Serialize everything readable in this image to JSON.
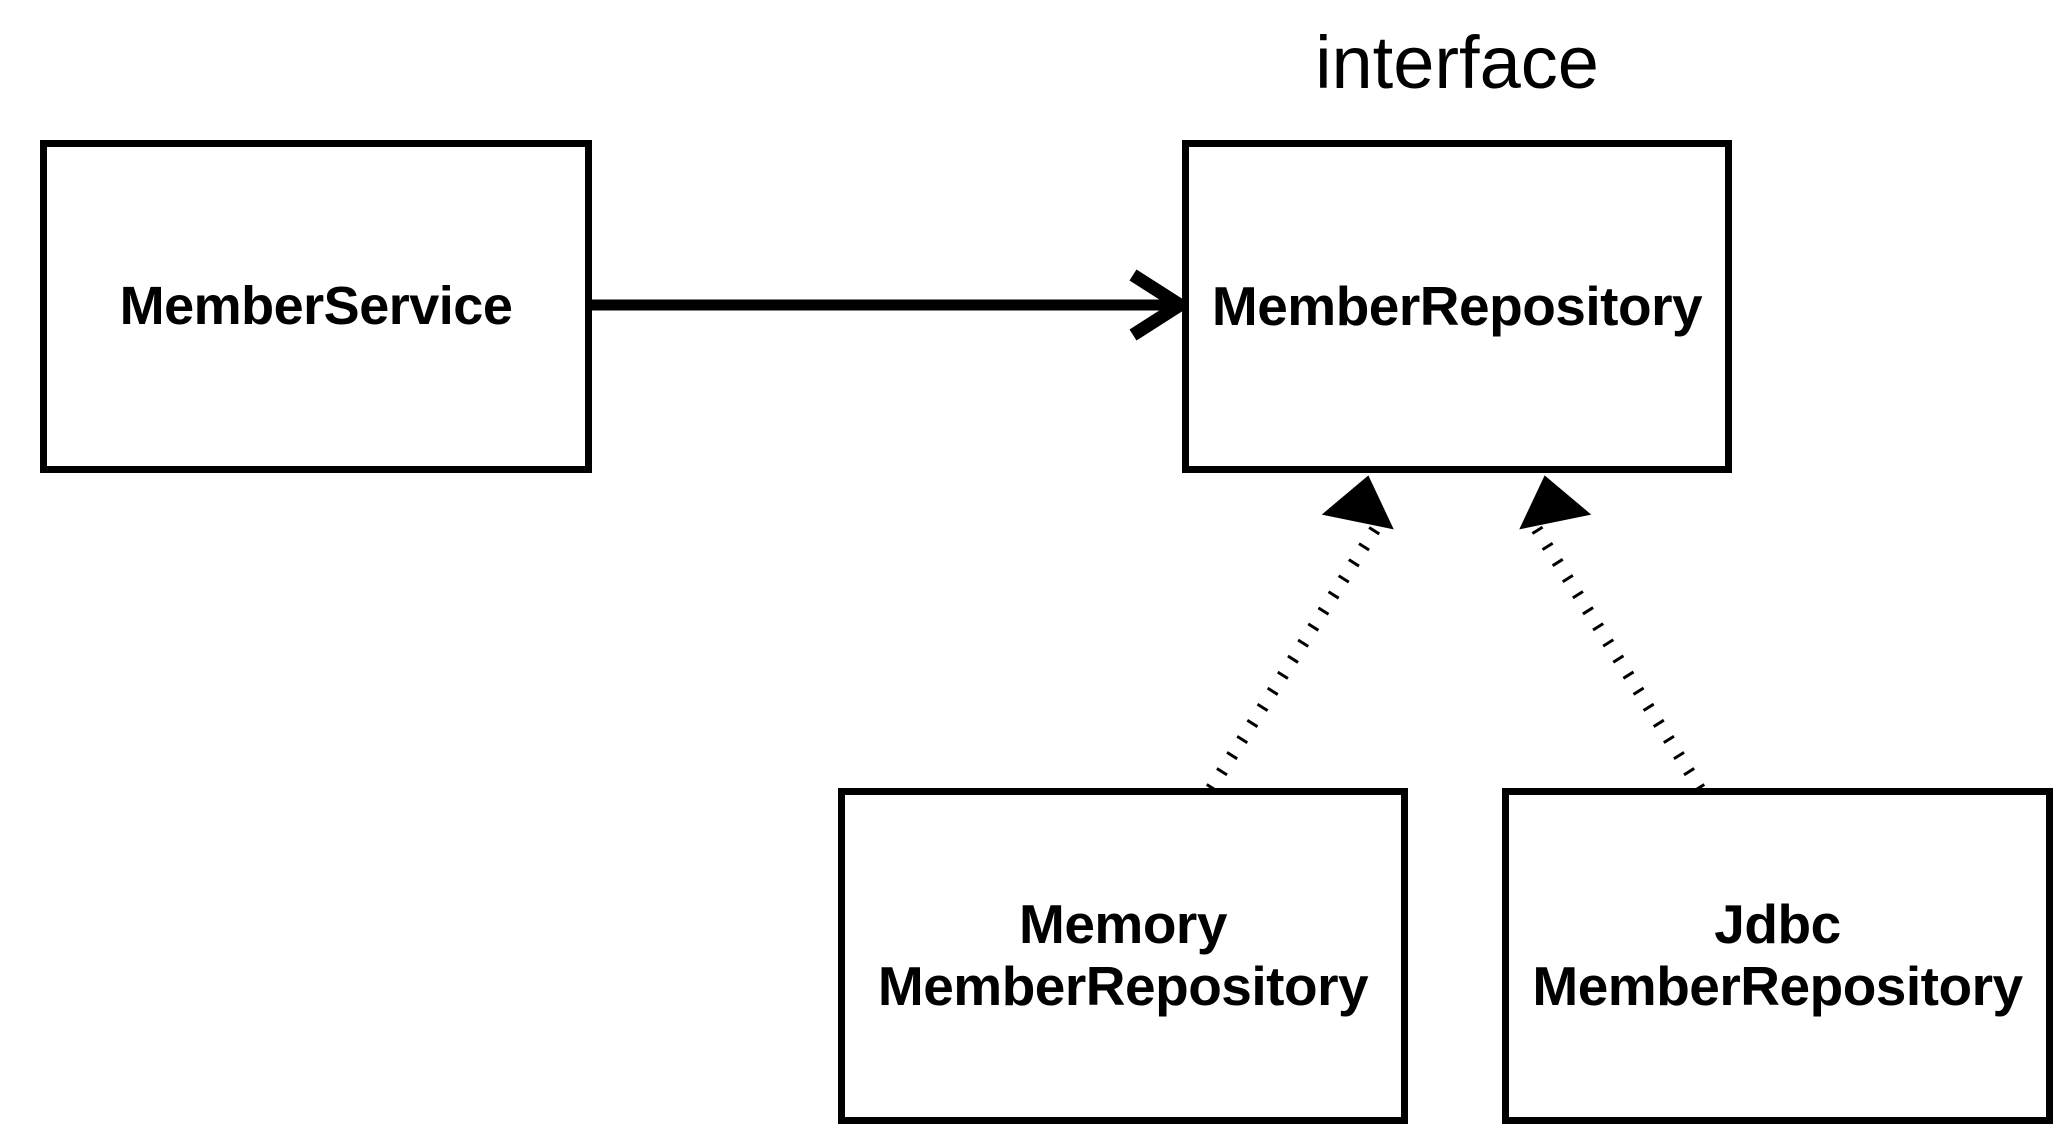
{
  "diagram": {
    "type": "uml-class-diagram",
    "title": "",
    "background_color": "#ffffff",
    "stroke_color": "#000000",
    "nodes": [
      {
        "id": "member-service",
        "label": "MemberService",
        "stereotype": "",
        "shape": "rectangle"
      },
      {
        "id": "member-repository",
        "label": "MemberRepository",
        "stereotype": "interface",
        "shape": "rectangle"
      },
      {
        "id": "memory-member-repository",
        "label_line1": "Memory",
        "label_line2": "MemberRepository",
        "shape": "rectangle"
      },
      {
        "id": "jdbc-member-repository",
        "label_line1": "Jdbc",
        "label_line2": "MemberRepository",
        "shape": "rectangle"
      }
    ],
    "edges": [
      {
        "id": "service-to-repository",
        "from": "member-service",
        "to": "member-repository",
        "line_style": "solid",
        "arrowhead": "open-v",
        "label": ""
      },
      {
        "id": "memory-implements-repository",
        "from": "memory-member-repository",
        "to": "member-repository",
        "line_style": "dotted",
        "arrowhead": "filled-triangle",
        "label": ""
      },
      {
        "id": "jdbc-implements-repository",
        "from": "jdbc-member-repository",
        "to": "member-repository",
        "line_style": "dotted",
        "arrowhead": "filled-triangle",
        "label": ""
      }
    ]
  }
}
